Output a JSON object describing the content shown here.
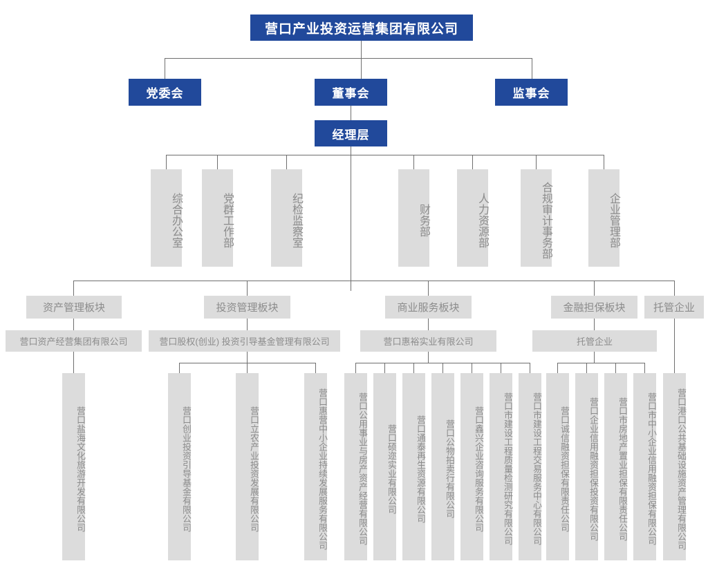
{
  "chart_data": {
    "type": "diagram",
    "title": "营口产业投资运营集团有限公司 组织架构图",
    "orientation": "top-down-org-chart"
  },
  "colors": {
    "primary_blue": "#21499B",
    "box_grey": "#DCDCDC",
    "text_grey": "#8C8C8C",
    "line_grey": "#6E6E6E",
    "background": "#FFFFFF"
  },
  "root": {
    "label": "营口产业投资运营集团有限公司"
  },
  "governance": [
    {
      "label": "党委会"
    },
    {
      "label": "董事会"
    },
    {
      "label": "监事会"
    }
  ],
  "management": {
    "label": "经理层"
  },
  "departments_left": [
    {
      "label": "综合办公室"
    },
    {
      "label": "党群工作部"
    },
    {
      "label": "纪检监察室"
    }
  ],
  "departments_right": [
    {
      "label": "财务部"
    },
    {
      "label": "人力资源部"
    },
    {
      "label": "合规审计事务部"
    },
    {
      "label": "企业管理部"
    }
  ],
  "sectors": [
    {
      "label": "资产管理板块",
      "company": "营口资产经营集团有限公司",
      "subsidiaries": [
        "营口盐海文化旅游开发有限公司"
      ]
    },
    {
      "label": "投资管理板块",
      "company": "营口股权(创业) 投资引导基金管理有限公司",
      "subsidiaries": [
        "营口创业投资引导基金有限公司",
        "营口立农产业投资发展有限公司",
        "营口惠营中小企业持续发展服务有限公司"
      ]
    },
    {
      "label": "商业服务板块",
      "company": "营口惠裕实业有限公司",
      "subsidiaries": [
        "营口公用事业与房产资产经营有限公司",
        "营口硕迩实业有限公司",
        "营口通泰再生资源有限公司",
        "营口公物拍卖行有限公司",
        "营口鑫兴企业咨询服务有限公司",
        "营口市建设工程质量检测研究有限公司",
        "营口市建设工程交易服务中心有限公司"
      ]
    },
    {
      "label": "金融担保板块",
      "company": "托管企业",
      "subsidiaries": [
        "营口诚信融资担保有限责任公司",
        "营口企业信用融资担保投资有限公司",
        "营口市房地产置业担保有限责任公司",
        "营口市中小企业信用融资担保有限公司"
      ]
    },
    {
      "label": "托管企业",
      "company": "",
      "subsidiaries": [
        "营口港口公共基础设施资产管理有限公司"
      ]
    }
  ]
}
